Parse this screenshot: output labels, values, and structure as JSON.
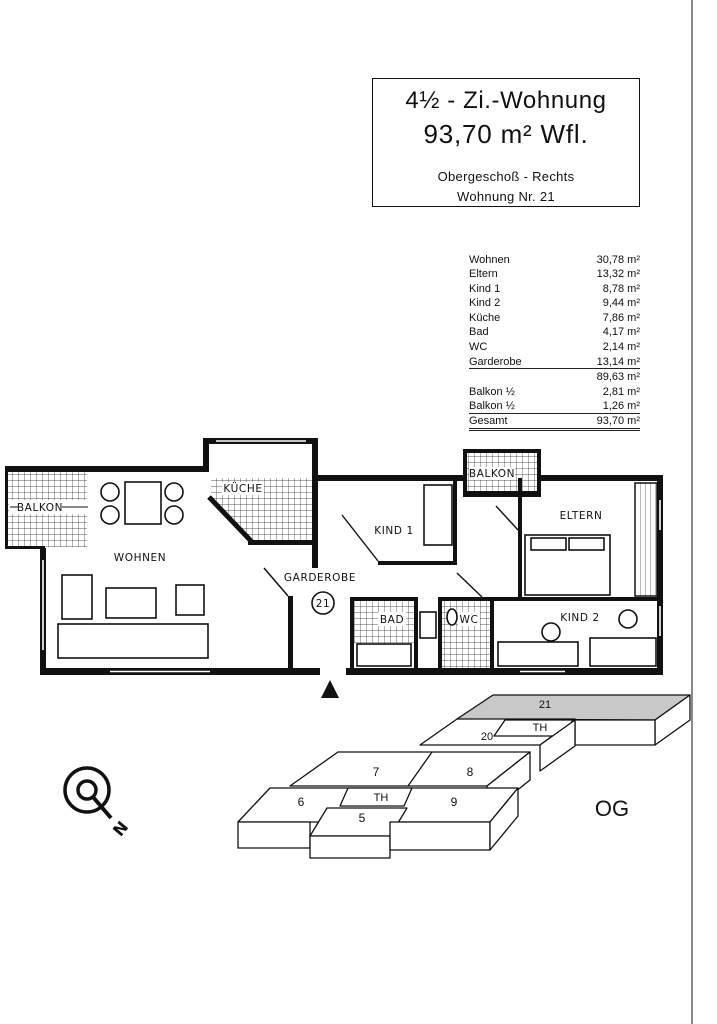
{
  "header": {
    "title_line1": "4½ - Zi.-Wohnung",
    "title_line2": "93,70 m² Wfl.",
    "floor": "Obergeschoß - Rechts",
    "unit": "Wohnung Nr. 21"
  },
  "areas": {
    "rooms": [
      {
        "name": "Wohnen",
        "area": "30,78 m²"
      },
      {
        "name": "Eltern",
        "area": "13,32 m²"
      },
      {
        "name": "Kind 1",
        "area": "8,78 m²"
      },
      {
        "name": "Kind 2",
        "area": "9,44 m²"
      },
      {
        "name": "Küche",
        "area": "7,86 m²"
      },
      {
        "name": "Bad",
        "area": "4,17 m²"
      },
      {
        "name": "WC",
        "area": "2,14 m²"
      },
      {
        "name": "Garderobe",
        "area": "13,14 m²"
      }
    ],
    "subtotal": "89,63 m²",
    "balconies": [
      {
        "name": "Balkon ½",
        "area": "2,81 m²"
      },
      {
        "name": "Balkon ½",
        "area": "1,26 m²"
      }
    ],
    "total_label": "Gesamt",
    "total": "93,70 m²"
  },
  "plan": {
    "labels": {
      "balkon_left": "BALKON",
      "kueche": "KÜCHE",
      "wohnen": "WOHNEN",
      "kind1": "KIND 1",
      "balkon_right": "BALKON",
      "eltern": "ELTERN",
      "garderobe": "GARDEROBE",
      "unit_number": "21",
      "bad": "BAD",
      "wc": "WC",
      "kind2": "KIND 2"
    },
    "compass": "N",
    "entrance_icon": "triangle-up-icon",
    "compass_icon": "north-arrow-icon"
  },
  "site_plan": {
    "blocks": {
      "b21": "21",
      "b20": "20",
      "th_upper": "TH",
      "b7": "7",
      "b8": "8",
      "b6": "6",
      "th_lower": "TH",
      "b5": "5",
      "b9": "9"
    },
    "floor_label": "OG",
    "highlight_color": "#c8c8c8"
  }
}
